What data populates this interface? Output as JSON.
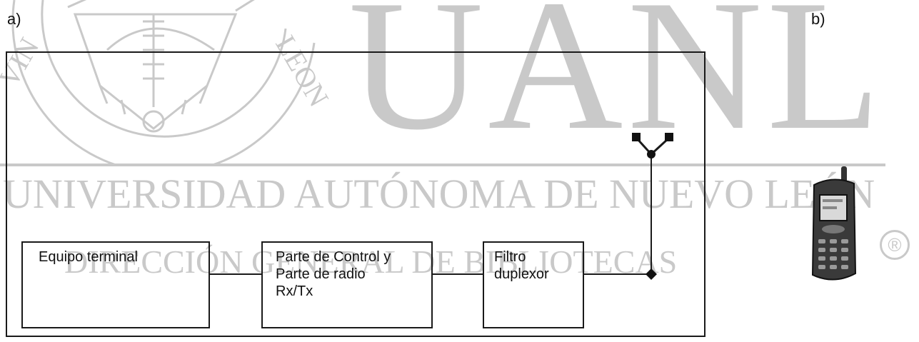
{
  "watermark": {
    "wordmark": "UANL",
    "university": "UNIVERSIDAD AUTÓNOMA DE NUEVO LEÓN",
    "direction": "DIRECCIÓN GENERAL DE BIBLIOTECAS",
    "registered": "®"
  },
  "panels": {
    "a_label": "a)",
    "b_label": "b)"
  },
  "blocks": {
    "terminal": "Equipo terminal",
    "control": "Parte de Control y\nParte de radio\nRx/Tx",
    "filter": "Filtro\nduplexor"
  },
  "icons": {
    "antenna": "antenna-icon",
    "phone": "mobile-phone-icon"
  }
}
